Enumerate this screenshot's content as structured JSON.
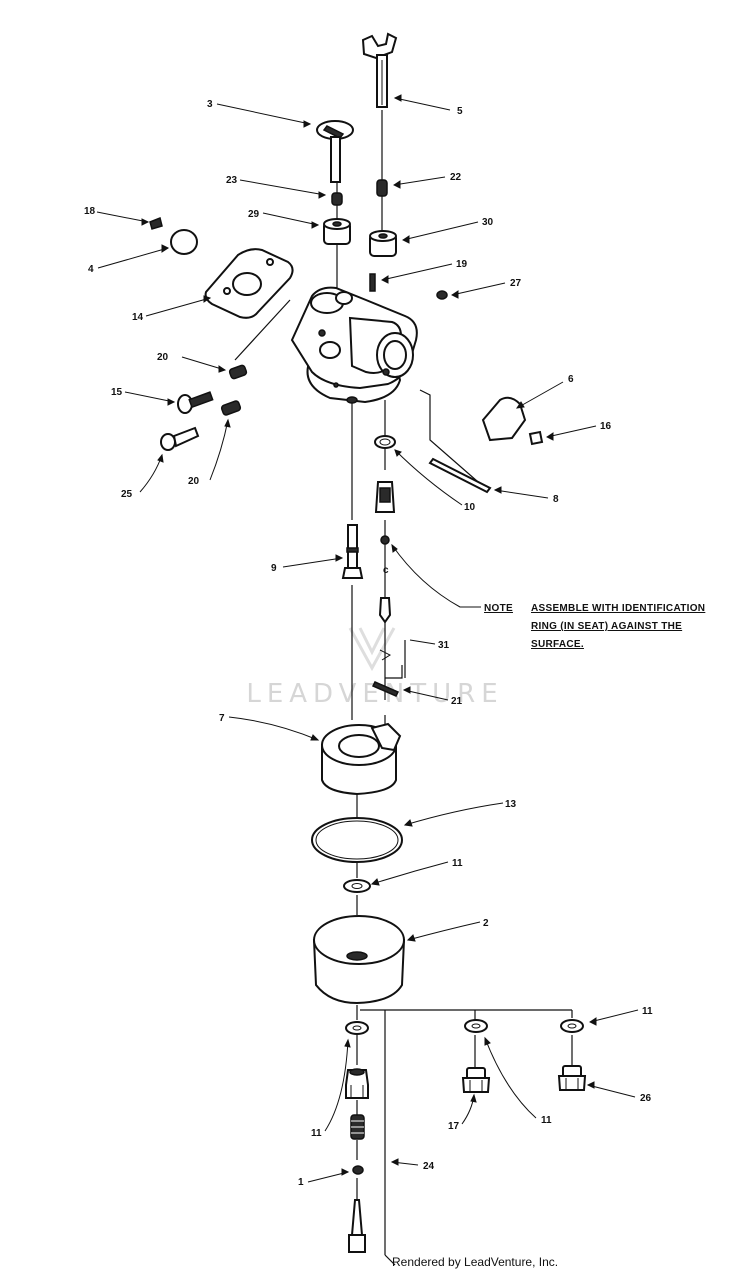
{
  "diagram": {
    "watermark": "LEADVENTURE",
    "credit": "Rendered by LeadVenture, Inc.",
    "note": {
      "label": "NOTE",
      "line1": "ASSEMBLE WITH IDENTIFICATION",
      "line2": "RING (IN SEAT) AGAINST THE",
      "line3": "SURFACE."
    },
    "callouts": [
      {
        "id": "c-5",
        "text": "5"
      },
      {
        "id": "c-3",
        "text": "3"
      },
      {
        "id": "c-23",
        "text": "23"
      },
      {
        "id": "c-22",
        "text": "22"
      },
      {
        "id": "c-18",
        "text": "18"
      },
      {
        "id": "c-29",
        "text": "29"
      },
      {
        "id": "c-30",
        "text": "30"
      },
      {
        "id": "c-4",
        "text": "4"
      },
      {
        "id": "c-19",
        "text": "19"
      },
      {
        "id": "c-27",
        "text": "27"
      },
      {
        "id": "c-14",
        "text": "14"
      },
      {
        "id": "c-20a",
        "text": "20"
      },
      {
        "id": "c-6",
        "text": "6"
      },
      {
        "id": "c-15",
        "text": "15"
      },
      {
        "id": "c-16",
        "text": "16"
      },
      {
        "id": "c-25",
        "text": "25"
      },
      {
        "id": "c-20b",
        "text": "20"
      },
      {
        "id": "c-10",
        "text": "10"
      },
      {
        "id": "c-8",
        "text": "8"
      },
      {
        "id": "c-9",
        "text": "9"
      },
      {
        "id": "c-31",
        "text": "31"
      },
      {
        "id": "c-21",
        "text": "21"
      },
      {
        "id": "c-7",
        "text": "7"
      },
      {
        "id": "c-13",
        "text": "13"
      },
      {
        "id": "c-11a",
        "text": "11"
      },
      {
        "id": "c-2",
        "text": "2"
      },
      {
        "id": "c-11b",
        "text": "11"
      },
      {
        "id": "c-26",
        "text": "26"
      },
      {
        "id": "c-11c",
        "text": "11"
      },
      {
        "id": "c-17",
        "text": "17"
      },
      {
        "id": "c-11d",
        "text": "11"
      },
      {
        "id": "c-24",
        "text": "24"
      },
      {
        "id": "c-1",
        "text": "1"
      }
    ]
  }
}
